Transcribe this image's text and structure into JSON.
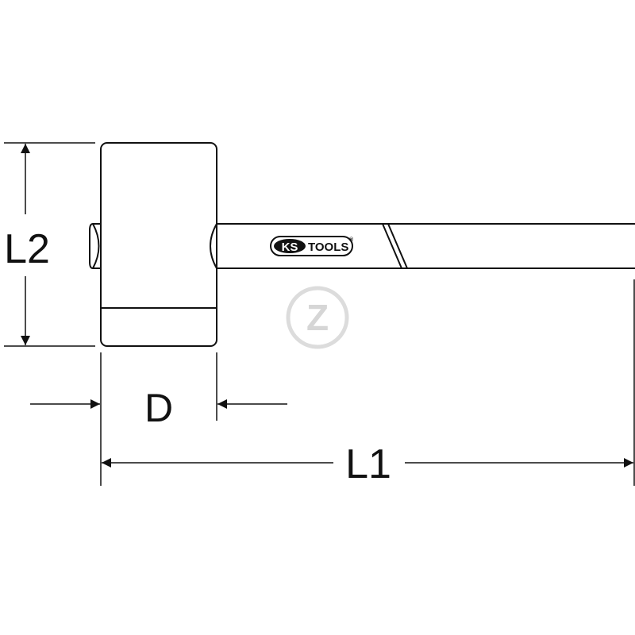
{
  "dimensions": {
    "height_label": "L2",
    "length_label": "L1",
    "diameter_label": "D"
  },
  "logo": {
    "brand_ks": "KS",
    "brand_tools": "TOOLS",
    "registered": "®"
  },
  "watermark": {
    "letter": "Z"
  },
  "colors": {
    "line": "#111111",
    "watermark": "#d9d9d9",
    "background": "#ffffff"
  }
}
